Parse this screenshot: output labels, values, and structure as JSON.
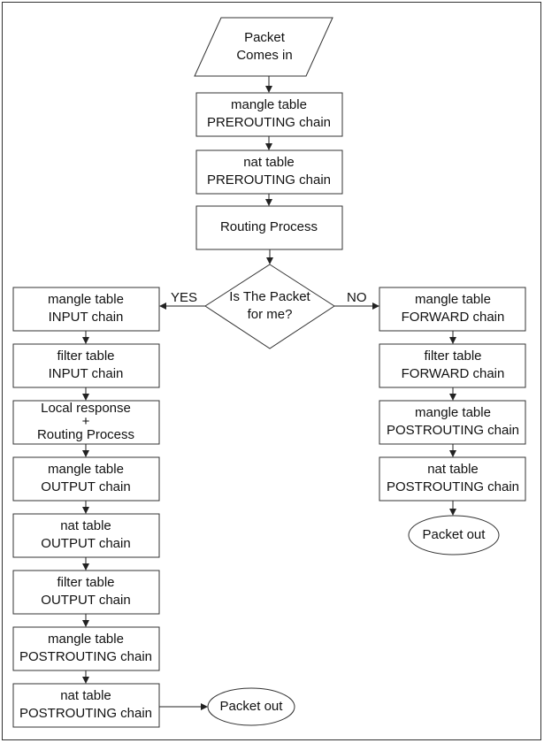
{
  "nodes": {
    "start": [
      "Packet",
      "Comes in"
    ],
    "mangle_prerouting": [
      "mangle table",
      "PREROUTING chain"
    ],
    "nat_prerouting": [
      "nat table",
      "PREROUTING chain"
    ],
    "routing": [
      "Routing Process"
    ],
    "decision": [
      "Is The Packet",
      "for me?"
    ],
    "left": {
      "mangle_input": [
        "mangle table",
        "INPUT chain"
      ],
      "filter_input": [
        "filter table",
        "INPUT chain"
      ],
      "local_response": [
        "Local response",
        "+",
        "Routing Process"
      ],
      "mangle_output": [
        "mangle table",
        "OUTPUT chain"
      ],
      "nat_output": [
        "nat table",
        "OUTPUT chain"
      ],
      "filter_output": [
        "filter table",
        "OUTPUT chain"
      ],
      "mangle_postrouting": [
        "mangle table",
        "POSTROUTING chain"
      ],
      "nat_postrouting": [
        "nat table",
        "POSTROUTING chain"
      ],
      "packet_out": [
        "Packet out"
      ]
    },
    "right": {
      "mangle_forward": [
        "mangle table",
        "FORWARD chain"
      ],
      "filter_forward": [
        "filter table",
        "FORWARD chain"
      ],
      "mangle_postrouting": [
        "mangle table",
        "POSTROUTING chain"
      ],
      "nat_postrouting": [
        "nat table",
        "POSTROUTING chain"
      ],
      "packet_out": [
        "Packet out"
      ]
    }
  },
  "edge_labels": {
    "yes": "YES",
    "no": "NO"
  }
}
